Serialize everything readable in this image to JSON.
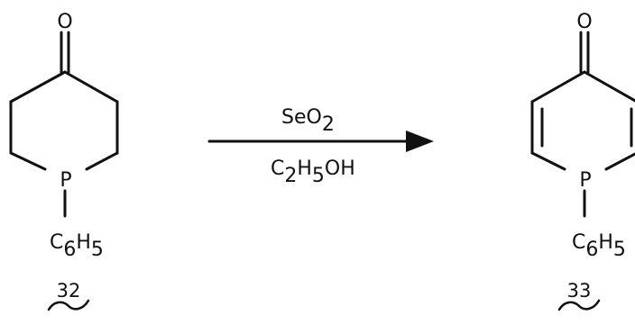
{
  "reaction": {
    "reactant": {
      "carbonyl_atom": "O",
      "ring_heteroatom": "P",
      "substituent": {
        "base": "C",
        "sub1": "6",
        "mid": "H",
        "sub2": "5"
      },
      "compound_number": "32"
    },
    "product": {
      "carbonyl_atom": "O",
      "ring_heteroatom": "P",
      "substituent": {
        "base": "C",
        "sub1": "6",
        "mid": "H",
        "sub2": "5"
      },
      "compound_number": "33"
    },
    "reagent": {
      "base": "SeO",
      "sub": "2"
    },
    "solvent": {
      "p1": "C",
      "s1": "2",
      "p2": "H",
      "s2": "5",
      "p3": "OH"
    }
  },
  "colors": {
    "ink": "#111111",
    "background": "#ffffff"
  }
}
